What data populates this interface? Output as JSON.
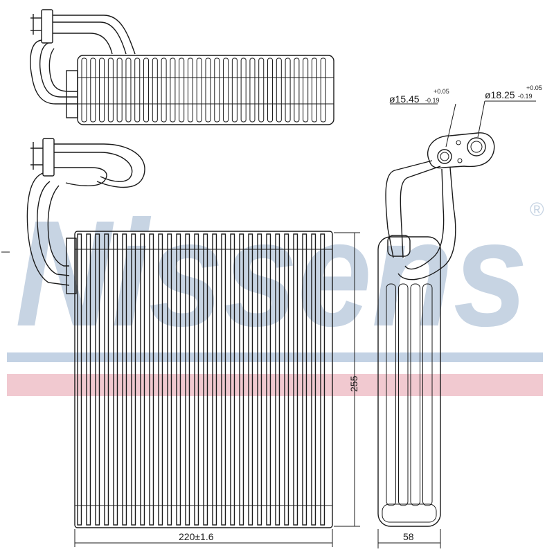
{
  "watermark": {
    "brand": "Nissens",
    "registered_mark": "®",
    "colors": {
      "text": "#c7d4e3",
      "blue_band": "#c3d2e4",
      "red_band": "#f1c9d0"
    }
  },
  "dimensions": {
    "height": "255",
    "width": "220±1.6",
    "depth": "58"
  },
  "fittings": {
    "small_port": {
      "diameter": "ø15.45",
      "tol_upper": "+0.05",
      "tol_lower": "-0.19"
    },
    "large_port": {
      "diameter": "ø18.25",
      "tol_upper": "+0.05",
      "tol_lower": "-0.19"
    }
  },
  "views": {
    "top_fins": 28,
    "front_fins": 28,
    "side_channels": 4
  }
}
